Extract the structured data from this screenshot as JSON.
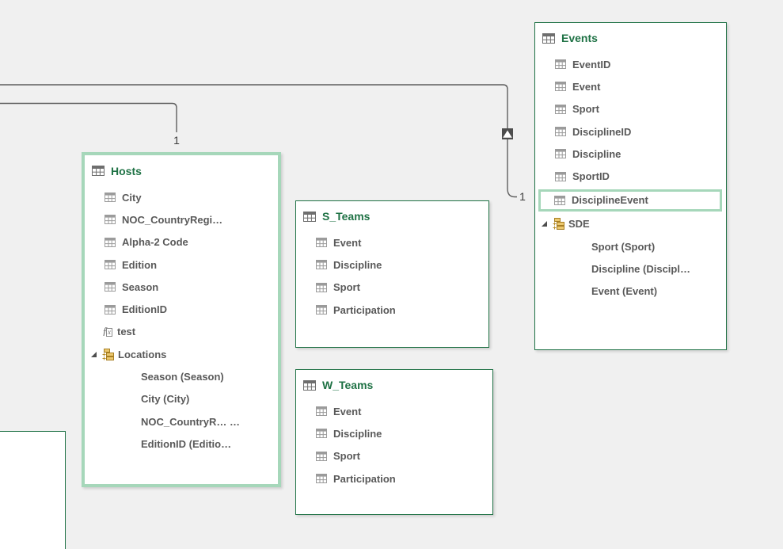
{
  "colors": {
    "background": "#f0f0f0",
    "table_border_green": "#1f7245",
    "title_green": "#1f7245",
    "selection_light_green": "#a6d7ba",
    "field_text_gray": "#595959",
    "relationship_line": "#5e5e5e"
  },
  "tables": {
    "events": {
      "title": "Events",
      "fields": [
        "EventID",
        "Event",
        "Sport",
        "DisciplineID",
        "Discipline",
        "SportID",
        "DisciplineEvent"
      ],
      "highlighted_field": "DisciplineEvent",
      "hierarchy": {
        "name": "SDE",
        "children": [
          "Sport (Sport)",
          "Discipline (Discipl…",
          "Event (Event)"
        ]
      }
    },
    "hosts": {
      "title": "Hosts",
      "fields": [
        "City",
        "NOC_CountryRegi…",
        "Alpha-2 Code",
        "Edition",
        "Season",
        "EditionID"
      ],
      "calculated_field": "test",
      "hierarchy": {
        "name": "Locations",
        "children": [
          "Season (Season)",
          "City (City)",
          "NOC_CountryR… …",
          "EditionID (Editio…"
        ]
      }
    },
    "s_teams": {
      "title": "S_Teams",
      "fields": [
        "Event",
        "Discipline",
        "Sport",
        "Participation"
      ]
    },
    "w_teams": {
      "title": "W_Teams",
      "fields": [
        "Event",
        "Discipline",
        "Sport",
        "Participation"
      ]
    }
  },
  "relationships": {
    "to_events": {
      "cardinality_label": "1"
    },
    "to_hosts": {
      "cardinality_label": "1"
    }
  }
}
